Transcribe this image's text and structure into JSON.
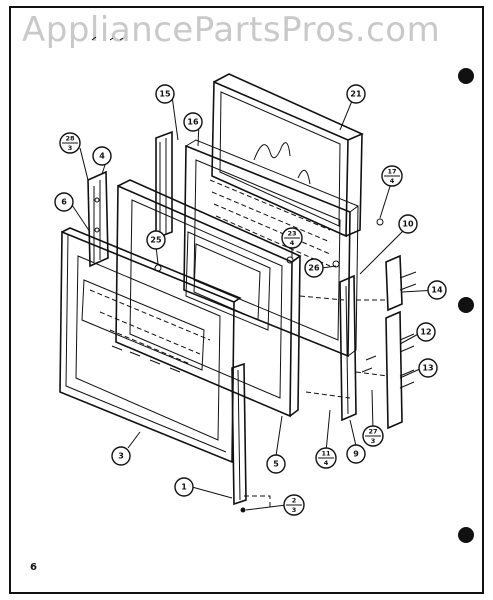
{
  "watermark": "AppliancePartsPros.com",
  "page_number": "6",
  "callouts": {
    "c1": "1",
    "c2": {
      "top": "2",
      "bottom": "3"
    },
    "c3": "3",
    "c4": "4",
    "c5": "5",
    "c6": "6",
    "c9": "9",
    "c10": "10",
    "c11": {
      "top": "11",
      "bottom": "4"
    },
    "c12": "12",
    "c13": "13",
    "c14": "14",
    "c15": "15",
    "c16": "16",
    "c17": {
      "top": "17",
      "bottom": "4"
    },
    "c21": "21",
    "c23": {
      "top": "23",
      "bottom": "4"
    },
    "c25": "25",
    "c26": "26",
    "c27": {
      "top": "27",
      "bottom": "3"
    },
    "c28": {
      "top": "28",
      "bottom": "3"
    }
  }
}
